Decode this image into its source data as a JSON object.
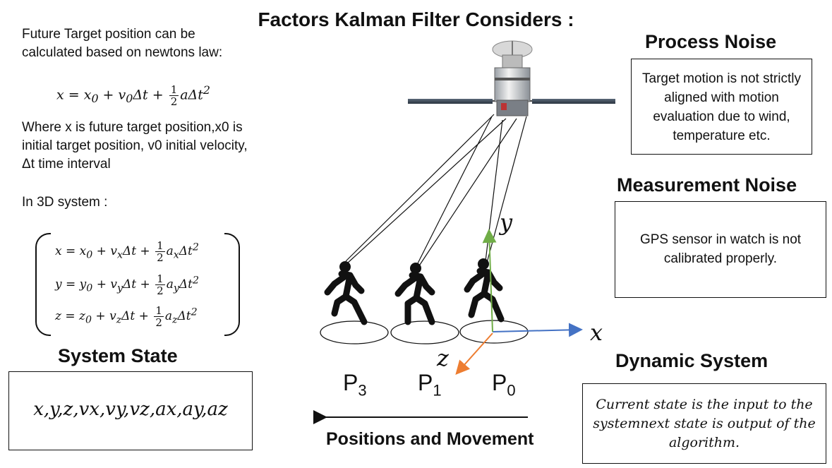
{
  "title": "Factors Kalman Filter Considers :",
  "intro": {
    "line1": "Future Target position can be",
    "line2": "calculated based on newtons law:",
    "equation_lhs": "x = x",
    "equation_sub0": "0",
    "equation_mid": " + v",
    "equation_sub1": "0",
    "equation_dt": "Δt + ",
    "equation_frac_num": "1",
    "equation_frac_den": "2",
    "equation_tail": "aΔt",
    "equation_pow": "2",
    "where_text": "Where x is future target position,x0 is initial target position, v0 initial velocity, Δt time interval",
    "in3d_label": "In 3D system :"
  },
  "system_equations": [
    {
      "var": "x",
      "base": "x",
      "sub": "0",
      "v": "v",
      "vsub": "x",
      "a": "a",
      "asub": "x"
    },
    {
      "var": "y",
      "base": "y",
      "sub": "0",
      "v": "v",
      "vsub": "y",
      "a": "a",
      "asub": "y"
    },
    {
      "var": "z",
      "base": "z",
      "sub": "0",
      "v": "v",
      "vsub": "z",
      "a": "a",
      "asub": "z"
    }
  ],
  "system_state": {
    "heading": "System State",
    "vector": "x,y,z,vx,vy,vz,ax,ay,az"
  },
  "process_noise": {
    "heading": "Process Noise",
    "text": "Target motion is not strictly aligned with motion evaluation due to wind, temperature etc."
  },
  "measurement_noise": {
    "heading": "Measurement Noise",
    "text": "GPS sensor in watch is not calibrated properly."
  },
  "dynamic_system": {
    "heading": "Dynamic System",
    "text": "Current state is the input to the systemnext state is output of the algorithm."
  },
  "positions": {
    "p3": "P",
    "p3_sub": "3",
    "p1": "P",
    "p1_sub": "1",
    "p0": "P",
    "p0_sub": "0",
    "caption": "Positions and Movement"
  },
  "axes": {
    "x": "x",
    "y": "y",
    "z": "z"
  },
  "colors": {
    "x_axis": "#4472c4",
    "y_axis": "#70ad47",
    "z_axis": "#ed7d31"
  },
  "icons": [
    "satellite-icon",
    "walking-person-icon"
  ]
}
